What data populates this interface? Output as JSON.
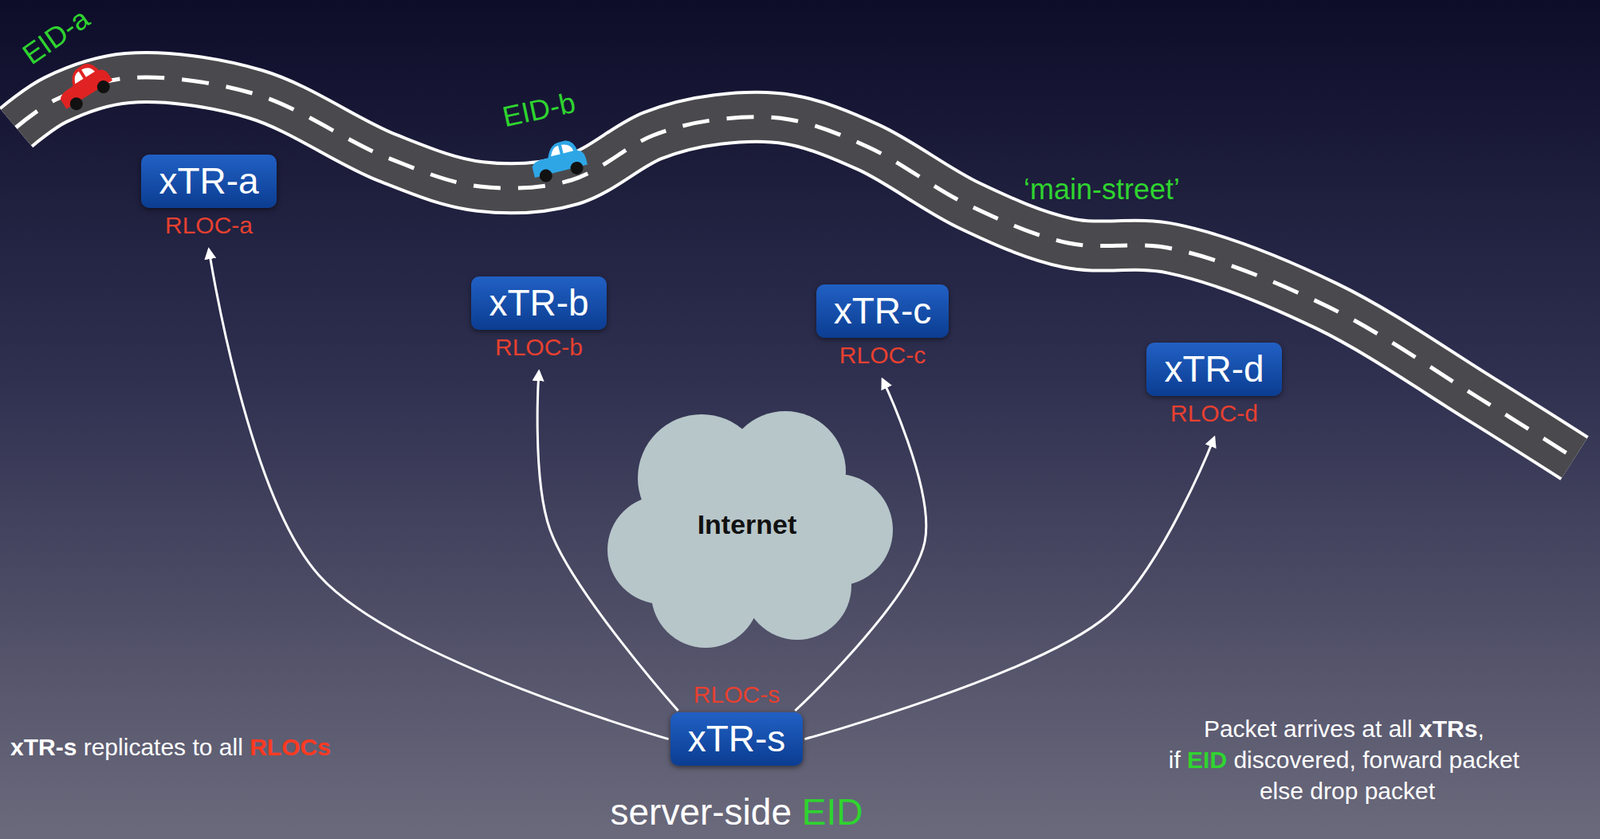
{
  "diagram": {
    "nodes": [
      {
        "text": [
          "xTR-a",
          "RLOC-a"
        ]
      },
      {
        "text": [
          "xTR-b",
          "RLOC-b"
        ]
      },
      {
        "text": [
          "xTR-c",
          "RLOC-c"
        ]
      },
      {
        "text": [
          "xTR-d",
          "RLOC-d"
        ]
      },
      {
        "text": [
          "xTR-s",
          "RLOC-s"
        ]
      }
    ],
    "edges": [
      {
        "from": 4,
        "to": 0,
        "arrow": "to"
      },
      {
        "from": 4,
        "to": 1,
        "arrow": "to"
      },
      {
        "from": 4,
        "to": 2,
        "arrow": "to"
      },
      {
        "from": 4,
        "to": 3,
        "arrow": "to"
      }
    ],
    "labels": [
      "EID-a",
      "EID-b",
      "‘main-street’",
      "Internet",
      "xTR-s replicates to all RLOCs",
      "Packet arrives at all xTRs, if EID discovered, forward packet else drop packet",
      "server-side EID"
    ]
  }
}
